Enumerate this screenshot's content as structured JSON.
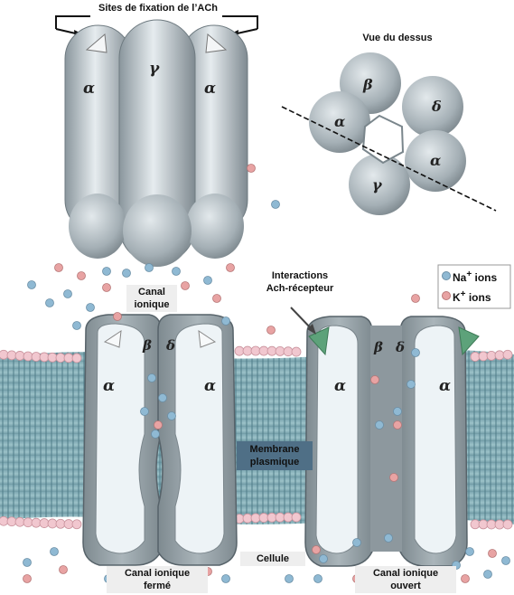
{
  "labels": {
    "binding_sites": "Sites de fixation de l’ACh",
    "top_view": "Vue du dessus",
    "interactions_line1": "Interactions",
    "interactions_line2": "Ach-récepteur",
    "canal_ionique_line1": "Canal",
    "canal_ionique_line2": "ionique",
    "membrane_line1": "Membrane",
    "membrane_line2": "plasmique",
    "cellule": "Cellule",
    "closed_line1": "Canal ionique",
    "closed_line2": "fermé",
    "open_line1": "Canal ionique",
    "open_line2": "ouvert"
  },
  "legend": {
    "na": "Na",
    "k": "K",
    "sup": "+",
    "suffix": " ions"
  },
  "subunits": {
    "alpha": "α",
    "beta": "β",
    "gamma": "γ",
    "delta": "δ"
  },
  "colors": {
    "na_ion": "#8fb9d3",
    "k_ion": "#e8a3a3",
    "protein": "#b9c3c9",
    "membrane_head": "#f1c7cf",
    "membrane_tail": "#6f9aa5",
    "arrow": "#5da27a"
  }
}
